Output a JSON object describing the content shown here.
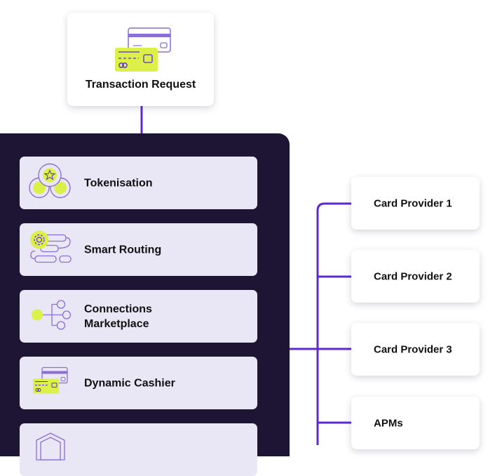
{
  "colors": {
    "accent_purple": "#5b2bd0",
    "icon_purple": "#8a6fd6",
    "lime": "#dcf04a",
    "panel_dark": "#1e1535",
    "feature_bg": "#e9e6f5"
  },
  "transaction": {
    "label": "Transaction Request",
    "icon": "credit-cards-icon"
  },
  "features": [
    {
      "label": "Tokenisation",
      "icon": "tokens-icon"
    },
    {
      "label": "Smart Routing",
      "icon": "routing-gear-icon"
    },
    {
      "label": "Connections Marketplace",
      "label_line1": "Connections",
      "label_line2": "Marketplace",
      "icon": "connections-tree-icon"
    },
    {
      "label": "Dynamic Cashier",
      "icon": "credit-cards-icon"
    },
    {
      "label": "",
      "icon": "shield-icon"
    }
  ],
  "providers": [
    {
      "label": "Card Provider 1"
    },
    {
      "label": "Card Provider 2"
    },
    {
      "label": "Card Provider 3"
    },
    {
      "label": "APMs"
    }
  ]
}
